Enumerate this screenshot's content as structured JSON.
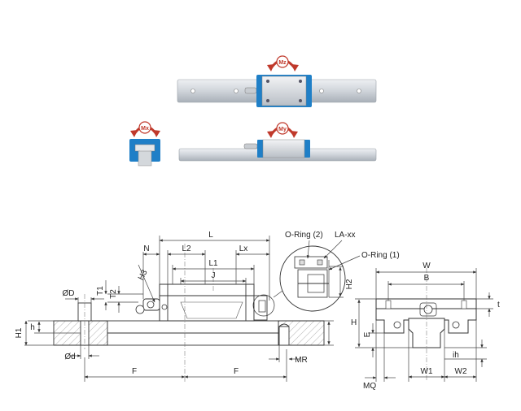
{
  "illustration": {
    "moment_labels": [
      "Mz",
      "Mx",
      "My"
    ],
    "colors": {
      "carriage": "#1f7fc7",
      "rail": "#d7dbe0",
      "arrow": "#c0392b"
    }
  },
  "drawing": {
    "side_view_labels": {
      "L": "L",
      "N": "N",
      "L2": "L2",
      "Lx": "Lx",
      "L1": "L1",
      "J": "J",
      "H3": "H3",
      "T1": "T1",
      "T2": "T2",
      "oD": "ØD",
      "h": "h",
      "H1": "H1",
      "od": "Ød",
      "F_left": "F",
      "F_right": "F",
      "MR": "MR"
    },
    "detail_labels": {
      "oring2": "O-Ring (2)",
      "laxx": "LA-xx",
      "oring1": "O-Ring (1)",
      "H2": "H2"
    },
    "end_view_labels": {
      "W": "W",
      "B": "B",
      "t": "t",
      "H": "H",
      "E": "E",
      "ih": "ih",
      "MQ": "MQ",
      "W1": "W1",
      "W2": "W2"
    }
  }
}
